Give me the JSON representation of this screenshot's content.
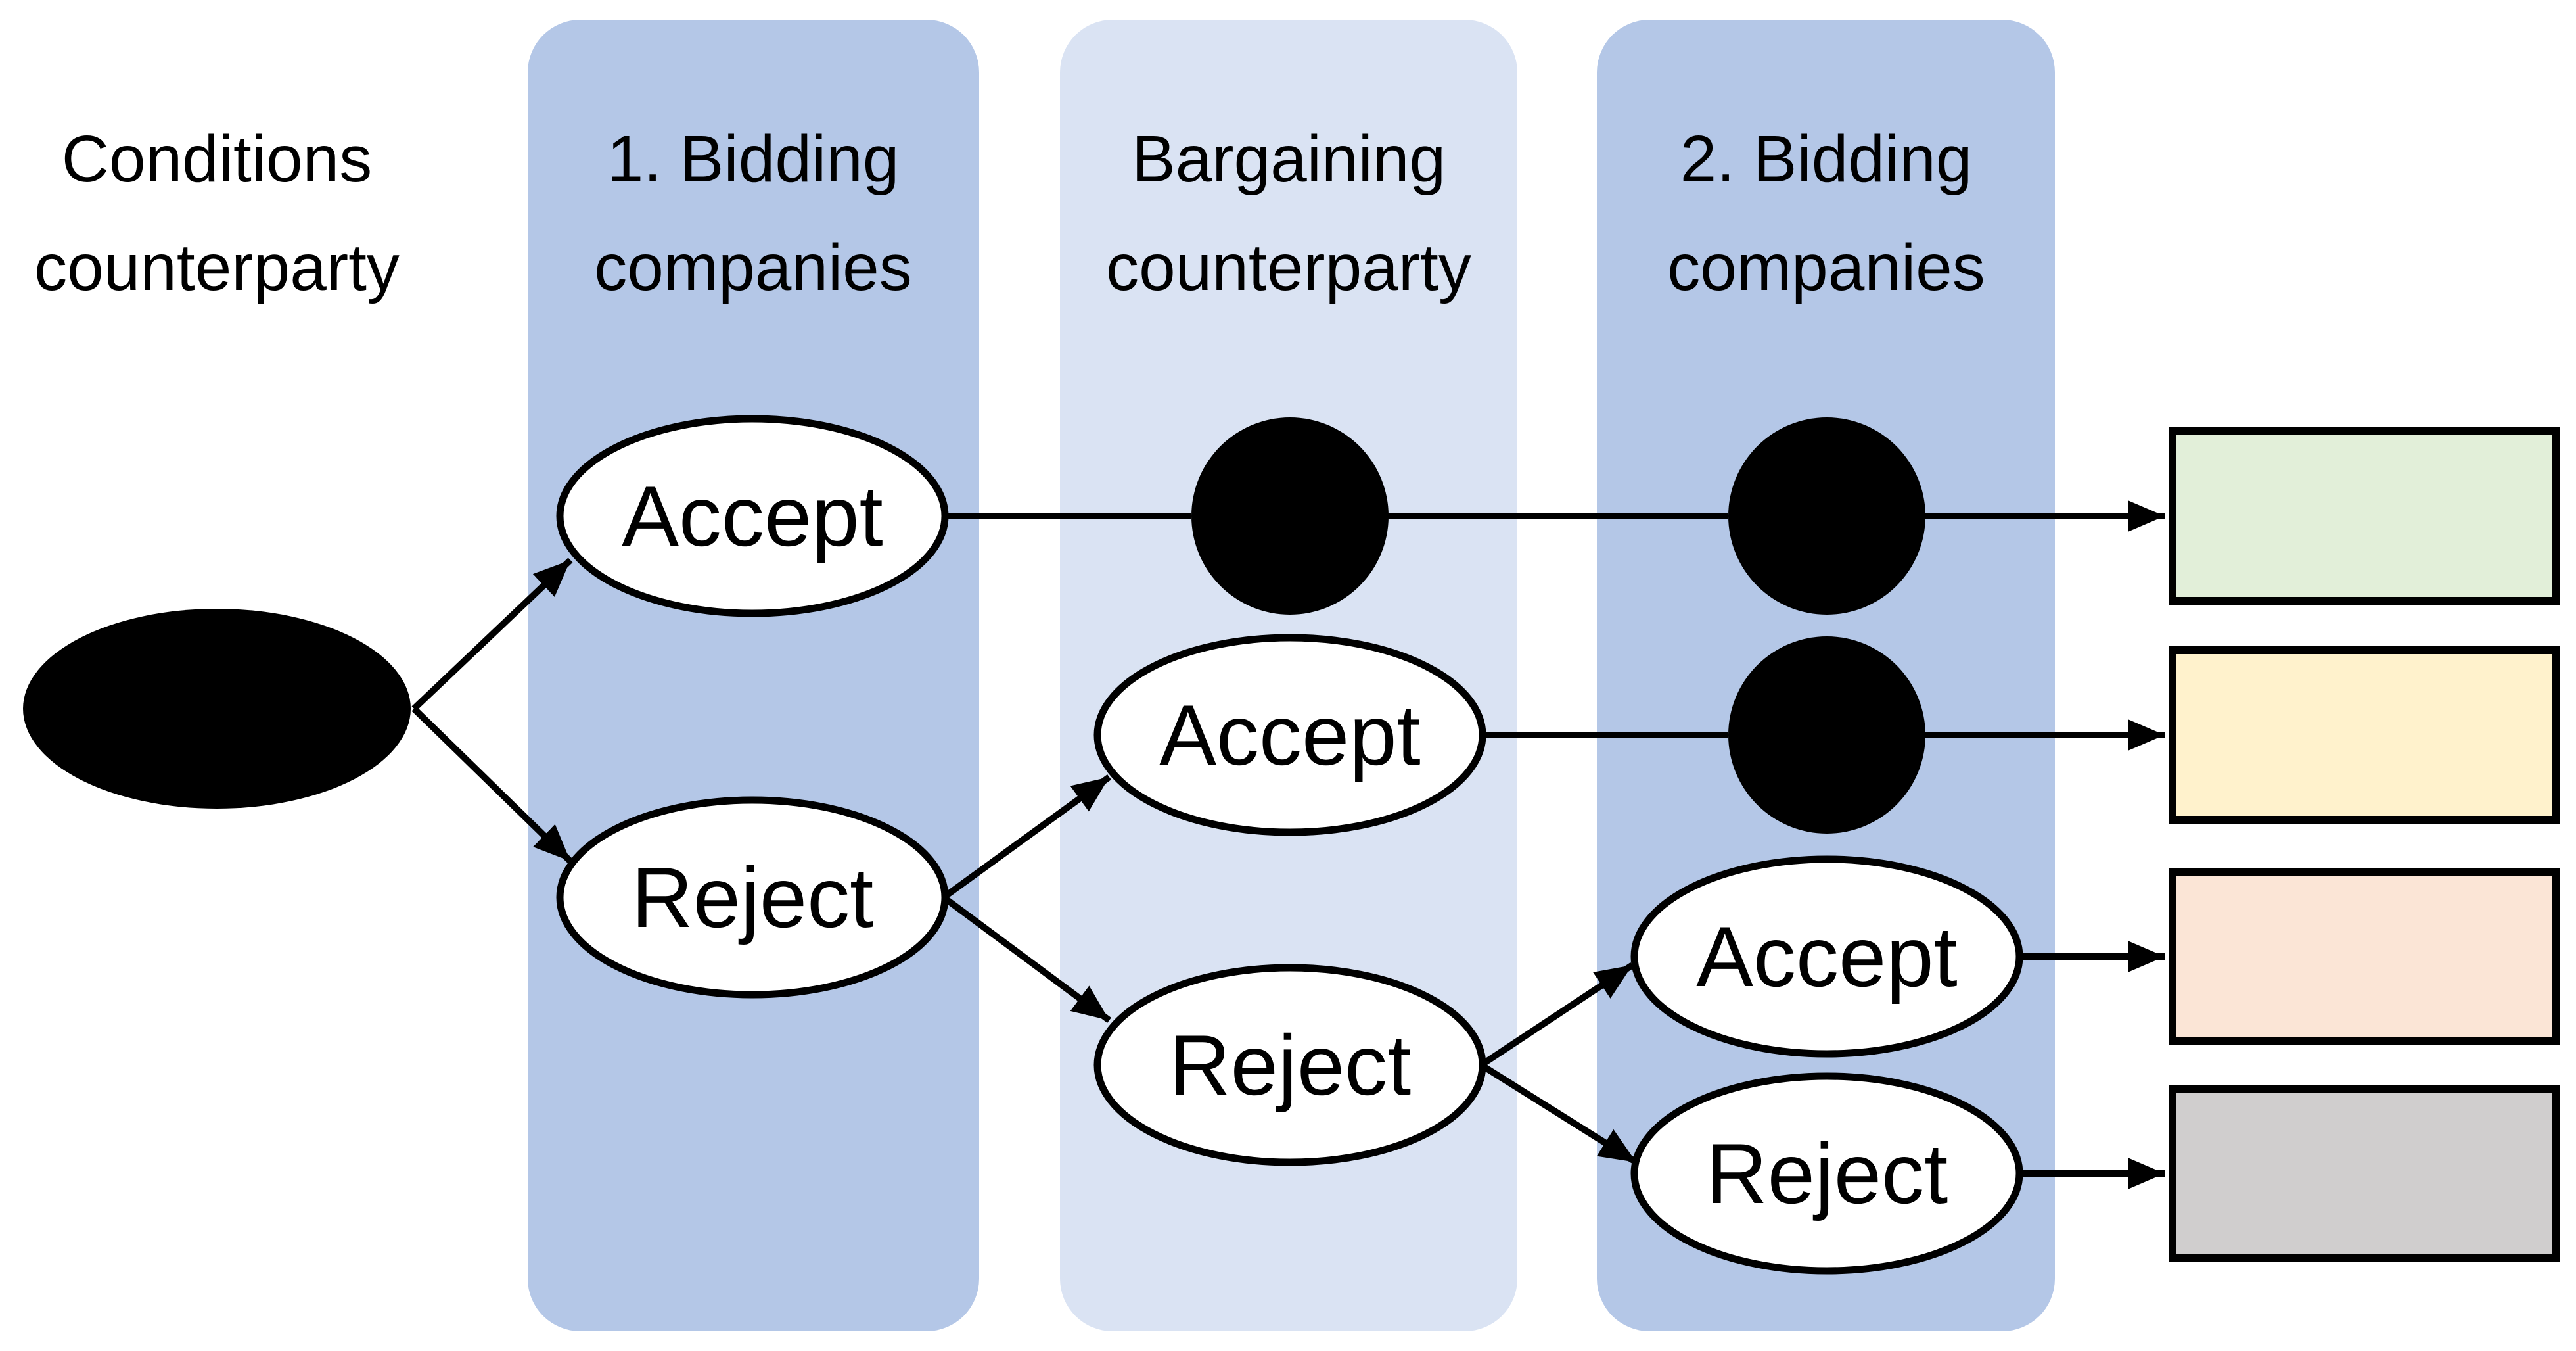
{
  "headers": [
    {
      "line1": "Conditions",
      "line2": "counterparty"
    },
    {
      "line1": "1. Bidding",
      "line2": "companies"
    },
    {
      "line1": "Bargaining",
      "line2": "counterparty"
    },
    {
      "line1": "2. Bidding",
      "line2": "companies"
    }
  ],
  "nodes": {
    "bidding1_accept": "Accept",
    "bidding1_reject": "Reject",
    "bargaining_accept": "Accept",
    "bargaining_reject": "Reject",
    "bidding2_accept": "Accept",
    "bidding2_reject": "Reject"
  },
  "outcomes": [
    {
      "id": "outcome-1",
      "color_key": "outcome_green"
    },
    {
      "id": "outcome-2",
      "color_key": "outcome_yellow"
    },
    {
      "id": "outcome-3",
      "color_key": "outcome_peach"
    },
    {
      "id": "outcome-4",
      "color_key": "outcome_gray"
    }
  ],
  "colors": {
    "band_medium": "#b4c7e7",
    "band_light": "#dae3f3",
    "node_fill": "#ffffff",
    "node_stroke": "#000000",
    "chance_node": "#000000",
    "arrow": "#000000",
    "outcome_green": "#e2efd9",
    "outcome_yellow": "#fff2cc",
    "outcome_peach": "#fbe5d6",
    "outcome_gray": "#d0cece",
    "background": "#ffffff",
    "text": "#000000"
  }
}
